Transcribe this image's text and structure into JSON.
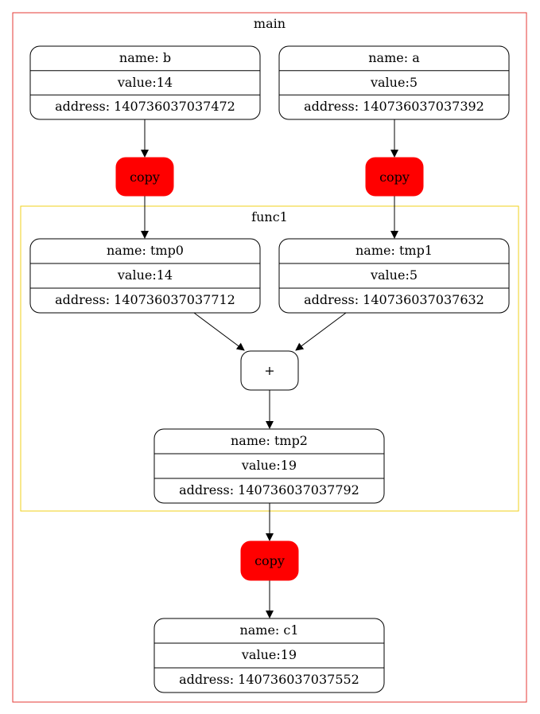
{
  "colors": {
    "main_cluster_border": "#e53935",
    "func_cluster_border": "#f2d21b",
    "copy_fill": "#ff0000",
    "node_border": "#000000",
    "edge": "#000000"
  },
  "clusters": {
    "main": {
      "label": "main"
    },
    "func1": {
      "label": "func1"
    }
  },
  "nodes": {
    "b": {
      "name": "name: b",
      "value": "value:14",
      "address": "address: 140736037037472"
    },
    "a": {
      "name": "name: a",
      "value": "value:5",
      "address": "address: 140736037037392"
    },
    "tmp0": {
      "name": "name: tmp0",
      "value": "value:14",
      "address": "address: 140736037037712"
    },
    "tmp1": {
      "name": "name: tmp1",
      "value": "value:5",
      "address": "address: 140736037037632"
    },
    "tmp2": {
      "name": "name: tmp2",
      "value": "value:19",
      "address": "address: 140736037037792"
    },
    "c1": {
      "name": "name: c1",
      "value": "value:19",
      "address": "address: 140736037037552"
    }
  },
  "ops": {
    "copy_b": {
      "label": "copy"
    },
    "copy_a": {
      "label": "copy"
    },
    "plus": {
      "label": "+"
    },
    "copy_c": {
      "label": "copy"
    }
  },
  "edges": [
    {
      "from": "b",
      "to": "copy_b"
    },
    {
      "from": "a",
      "to": "copy_a"
    },
    {
      "from": "copy_b",
      "to": "tmp0"
    },
    {
      "from": "copy_a",
      "to": "tmp1"
    },
    {
      "from": "tmp0",
      "to": "plus"
    },
    {
      "from": "tmp1",
      "to": "plus"
    },
    {
      "from": "plus",
      "to": "tmp2"
    },
    {
      "from": "tmp2",
      "to": "copy_c"
    },
    {
      "from": "copy_c",
      "to": "c1"
    }
  ]
}
